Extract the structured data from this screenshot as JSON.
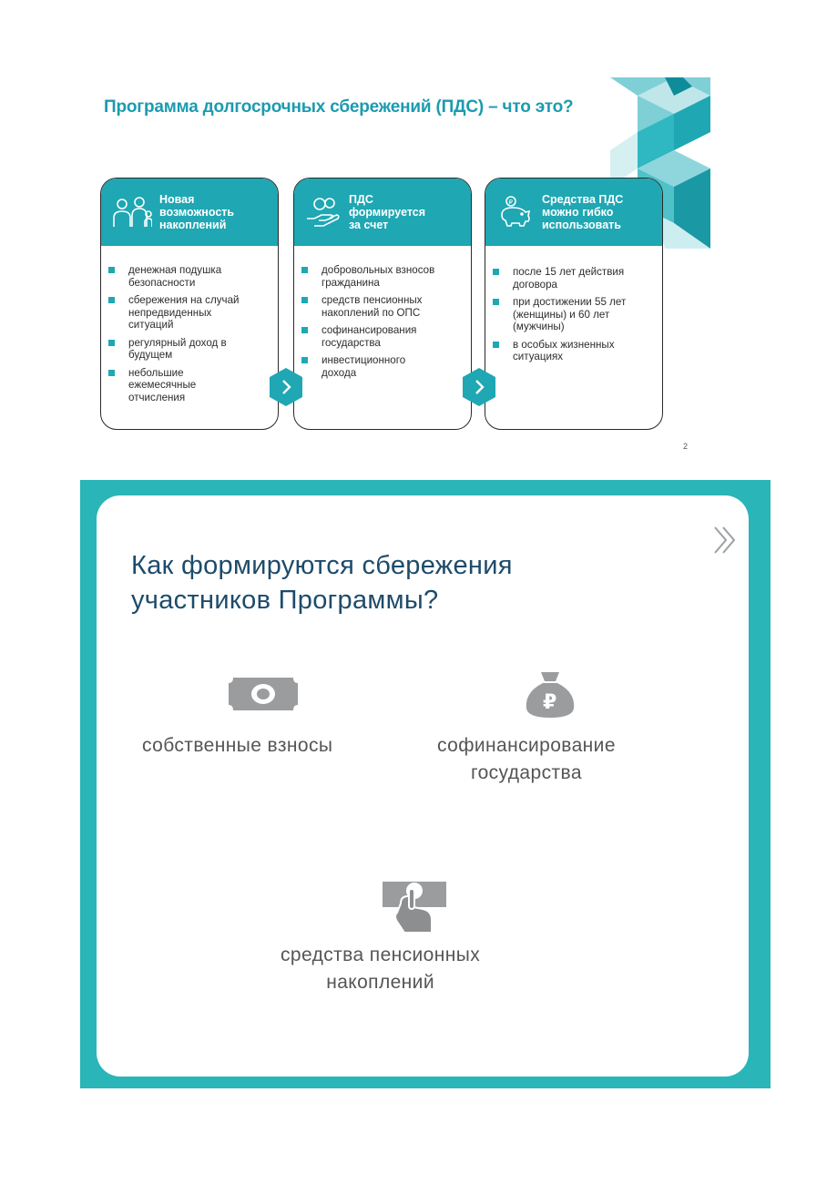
{
  "slide1": {
    "title": "Программа долгосрочных сбережений (ПДС) – что это?",
    "page_number": "2",
    "cards": [
      {
        "icon": "family-icon",
        "heading": [
          "Новая",
          "возможность",
          "накоплений"
        ],
        "items": [
          "денежная подушка безопасности",
          "сбережения на случай непредвиденных ситуаций",
          "регулярный доход в будущем",
          "небольшие ежемесячные отчисления"
        ]
      },
      {
        "icon": "hand-coins-icon",
        "heading": [
          "ПДС",
          "формируется",
          "за счет"
        ],
        "items": [
          "добровольных взносов гражданина",
          "средств пенсионных накоплений по ОПС",
          "софинансирования государства",
          "инвестиционного дохода"
        ]
      },
      {
        "icon": "piggy-bank-icon",
        "heading": [
          "Средства ПДС",
          "можно гибко",
          "использовать"
        ],
        "items": [
          "после 15 лет действия договора",
          "при достижении 55 лет (женщины) и 60 лет (мужчины)",
          "в особых жизненных ситуациях"
        ]
      }
    ],
    "colors": {
      "accent": "#1fa7b3",
      "title": "#1b9bb0"
    }
  },
  "slide2": {
    "title_lines": [
      "Как формируются сбережения",
      "участников Программы?"
    ],
    "items": [
      {
        "icon": "banknote-icon",
        "label_lines": [
          "собственные взносы"
        ]
      },
      {
        "icon": "money-bag-ruble-icon",
        "label_lines": [
          "софинансирование",
          "государства"
        ]
      },
      {
        "icon": "hand-coin-icon",
        "label_lines": [
          "средства пенсионных",
          "накоплений"
        ]
      }
    ],
    "colors": {
      "frame": "#2ab5b8",
      "title": "#1d4b6b"
    }
  }
}
